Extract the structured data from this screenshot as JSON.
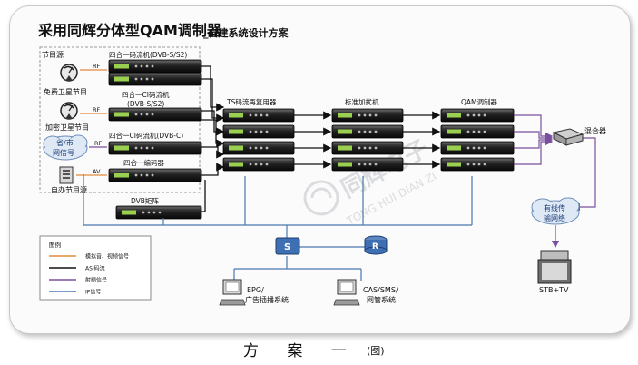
{
  "title": {
    "main": "采用同辉分体型QAM调制器",
    "sub": "_自建系统设计方案"
  },
  "caption": {
    "main": "方 案 一",
    "suffix": "(图)"
  },
  "sources": {
    "heading": "节目源",
    "free_sat": "免费卫星节目",
    "enc_sat": "加密卫星节目",
    "city_line1": "省/市",
    "city_line2": "网信号",
    "self": "自办节目源"
  },
  "signals": {
    "rf": "RF",
    "av": "AV"
  },
  "devices": {
    "rx1": "四合一码流机(DVB-S/S2)",
    "rx2_line1": "四合一CI码流机",
    "rx2_line2": "(DVB-S/S2)",
    "rx3": "四合一CI码流机(DVB-C)",
    "encoder": "四合一编码器",
    "matrix": "DVB矩阵",
    "mux": "TS码流再复用器",
    "scrambler": "标准加扰机",
    "qam": "QAM调制器",
    "mixer": "混合器",
    "network_line1": "有线传",
    "network_line2": "输网络",
    "stb": "STB+TV",
    "switch": "S",
    "router": "R",
    "epg_line1": "EPG/",
    "epg_line2": "广告插播系统",
    "cas_line1": "CAS/SMS/",
    "cas_line2": "网管系统"
  },
  "legend": {
    "title": "图例",
    "items": [
      {
        "label": "模拟音、视频信号",
        "color": "#e08a3c"
      },
      {
        "label": "ASI码流",
        "color": "#111111"
      },
      {
        "label": "射频信号",
        "color": "#7a4f9e"
      },
      {
        "label": "IP信号",
        "color": "#4a78b0"
      }
    ]
  },
  "watermark": {
    "cn": "同辉电子",
    "en": "TONG HUI DIAN ZI"
  },
  "colors": {
    "analog": "#e08a3c",
    "asi": "#111111",
    "rf": "#7a4f9e",
    "ip": "#4a78b0"
  }
}
